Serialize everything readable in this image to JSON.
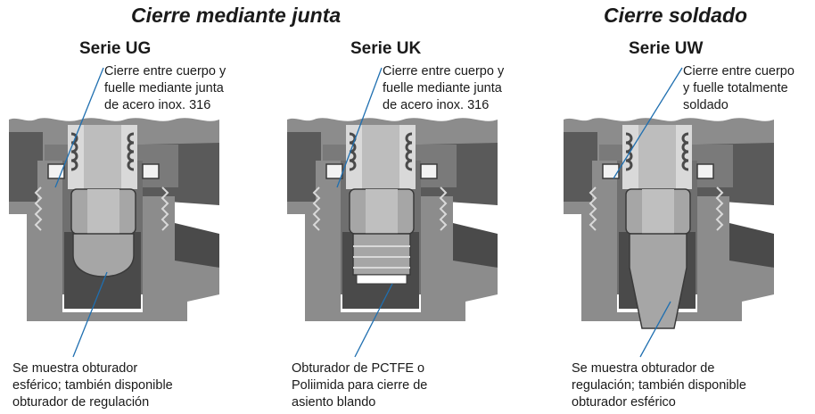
{
  "headings": {
    "gasket": "Cierre mediante junta",
    "welded": "Cierre soldado"
  },
  "series": {
    "ug": "Serie UG",
    "uk": "Serie UK",
    "uw": "Serie UW"
  },
  "callouts": {
    "ug_top": "Cierre entre cuerpo y\nfuelle mediante junta\nde acero inox. 316",
    "uk_top": "Cierre entre cuerpo y\nfuelle mediante junta\nde acero inox. 316",
    "uw_top": "Cierre entre cuerpo\ny fuelle totalmente\nsoldado",
    "ug_bottom": "Se muestra obturador\nesférico; también disponible\nobturador de regulación",
    "uk_bottom": "Obturador de PCTFE o\nPoliimida para cierre de\nasiento blando",
    "uw_bottom": "Se muestra obturador de\nregulación; también disponible\nobturador esférico"
  },
  "colors": {
    "body": "#8c8c8c",
    "body_dark": "#4a4a4a",
    "bore": "#6f6f6f",
    "plug": "#a6a6a6",
    "light": "#d9d9d9",
    "leader": "#1f6fb0"
  }
}
